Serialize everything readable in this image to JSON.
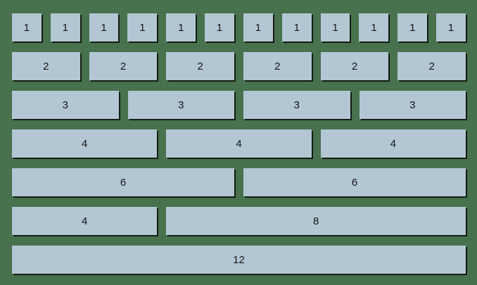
{
  "canvas": {
    "background_color": "#48714d",
    "cell_fill_color": "#b3c6d3",
    "cell_shadow_color": "rgba(0,0,0,0.75)",
    "label_color": "#161616"
  },
  "grid": {
    "columns": 12,
    "rows": [
      {
        "boxes": [
          {
            "label": "1",
            "span": 1
          },
          {
            "label": "1",
            "span": 1
          },
          {
            "label": "1",
            "span": 1
          },
          {
            "label": "1",
            "span": 1
          },
          {
            "label": "1",
            "span": 1
          },
          {
            "label": "1",
            "span": 1
          },
          {
            "label": "1",
            "span": 1
          },
          {
            "label": "1",
            "span": 1
          },
          {
            "label": "1",
            "span": 1
          },
          {
            "label": "1",
            "span": 1
          },
          {
            "label": "1",
            "span": 1
          },
          {
            "label": "1",
            "span": 1
          }
        ]
      },
      {
        "boxes": [
          {
            "label": "2",
            "span": 2
          },
          {
            "label": "2",
            "span": 2
          },
          {
            "label": "2",
            "span": 2
          },
          {
            "label": "2",
            "span": 2
          },
          {
            "label": "2",
            "span": 2
          },
          {
            "label": "2",
            "span": 2
          }
        ]
      },
      {
        "boxes": [
          {
            "label": "3",
            "span": 3
          },
          {
            "label": "3",
            "span": 3
          },
          {
            "label": "3",
            "span": 3
          },
          {
            "label": "3",
            "span": 3
          }
        ]
      },
      {
        "boxes": [
          {
            "label": "4",
            "span": 4
          },
          {
            "label": "4",
            "span": 4
          },
          {
            "label": "4",
            "span": 4
          }
        ]
      },
      {
        "boxes": [
          {
            "label": "6",
            "span": 6
          },
          {
            "label": "6",
            "span": 6
          }
        ]
      },
      {
        "boxes": [
          {
            "label": "4",
            "span": 4
          },
          {
            "label": "8",
            "span": 8
          }
        ]
      },
      {
        "boxes": [
          {
            "label": "12",
            "span": 12
          }
        ]
      }
    ]
  }
}
